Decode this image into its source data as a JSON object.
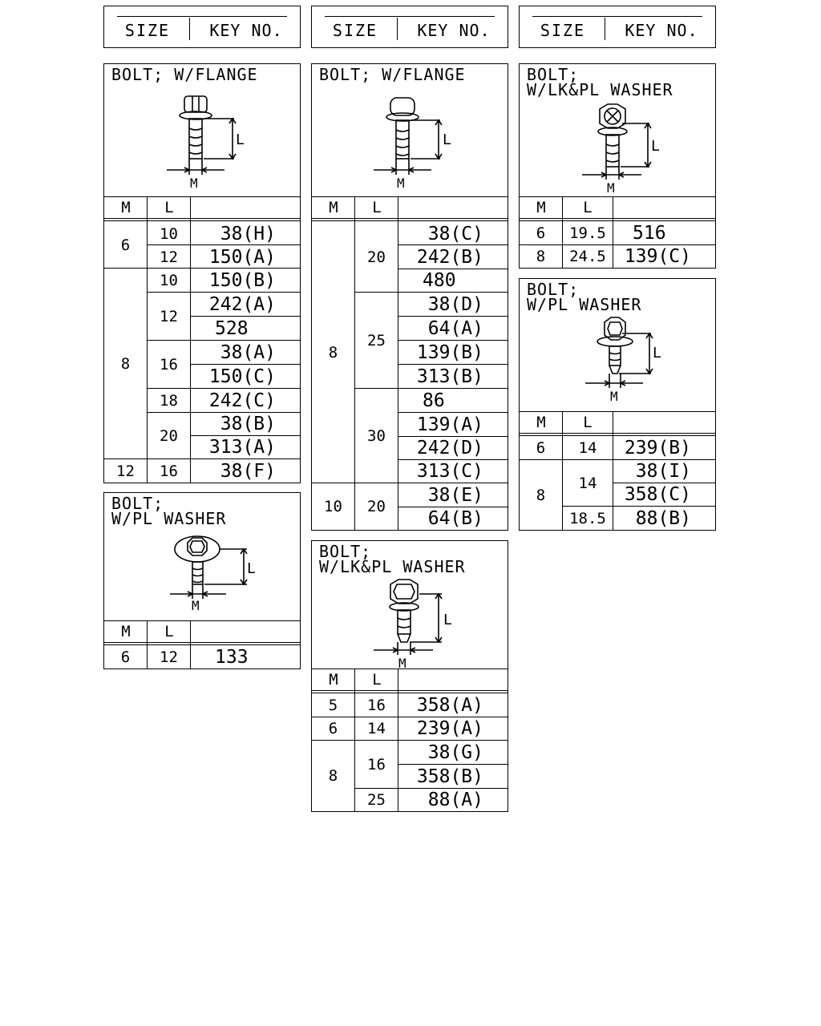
{
  "headers": [
    {
      "size": "SIZE",
      "key": "KEY NO."
    },
    {
      "size": "SIZE",
      "key": "KEY NO."
    },
    {
      "size": "SIZE",
      "key": "KEY NO."
    }
  ],
  "col_m": "M",
  "col_l": "L",
  "dim_l": "L",
  "dim_m": "M",
  "panels": {
    "flange1": {
      "title": "BOLT; W/FLANGE"
    },
    "flange2": {
      "title": "BOLT; W/FLANGE"
    },
    "lkpl1": {
      "title": "BOLT;\nW/LK&PL WASHER"
    },
    "pl1": {
      "title": "BOLT;\nW/PL WASHER"
    },
    "pl2": {
      "title": "BOLT;\nW/PL WASHER"
    },
    "lkpl2": {
      "title": "BOLT;\nW/LK&PL WASHER"
    }
  },
  "tables": {
    "flange1": [
      {
        "m": "6",
        "l": "10",
        "key": "38(H)"
      },
      {
        "m": "6",
        "l": "12",
        "key": "150(A)"
      },
      {
        "m": "8",
        "l": "10",
        "key": "150(B)"
      },
      {
        "m": "8",
        "l": "12",
        "key": "242(A)"
      },
      {
        "m": "8",
        "l": "12",
        "key": "528"
      },
      {
        "m": "8",
        "l": "16",
        "key": "38(A)"
      },
      {
        "m": "8",
        "l": "16",
        "key": "150(C)"
      },
      {
        "m": "8",
        "l": "18",
        "key": "242(C)"
      },
      {
        "m": "8",
        "l": "20",
        "key": "38(B)"
      },
      {
        "m": "8",
        "l": "20",
        "key": "313(A)"
      },
      {
        "m": "12",
        "l": "16",
        "key": "38(F)"
      }
    ],
    "flange2": [
      {
        "m": "8",
        "l": "20",
        "key": "38(C)"
      },
      {
        "m": "8",
        "l": "20",
        "key": "242(B)"
      },
      {
        "m": "8",
        "l": "20",
        "key": "480"
      },
      {
        "m": "8",
        "l": "25",
        "key": "38(D)"
      },
      {
        "m": "8",
        "l": "25",
        "key": "64(A)"
      },
      {
        "m": "8",
        "l": "25",
        "key": "139(B)"
      },
      {
        "m": "8",
        "l": "25",
        "key": "313(B)"
      },
      {
        "m": "8",
        "l": "30",
        "key": "86"
      },
      {
        "m": "8",
        "l": "30",
        "key": "139(A)"
      },
      {
        "m": "8",
        "l": "30",
        "key": "242(D)"
      },
      {
        "m": "8",
        "l": "30",
        "key": "313(C)"
      },
      {
        "m": "10",
        "l": "20",
        "key": "38(E)"
      },
      {
        "m": "10",
        "l": "20",
        "key": "64(B)"
      }
    ],
    "lkpl1": [
      {
        "m": "6",
        "l": "19.5",
        "key": "516"
      },
      {
        "m": "8",
        "l": "24.5",
        "key": "139(C)"
      }
    ],
    "pl1": [
      {
        "m": "6",
        "l": "12",
        "key": "133"
      }
    ],
    "pl2": [
      {
        "m": "6",
        "l": "14",
        "key": "239(B)"
      },
      {
        "m": "8",
        "l": "14",
        "key": "38(I)"
      },
      {
        "m": "8",
        "l": "14",
        "key": "358(C)"
      },
      {
        "m": "8",
        "l": "18.5",
        "key": "88(B)"
      }
    ],
    "lkpl2": [
      {
        "m": "5",
        "l": "16",
        "key": "358(A)"
      },
      {
        "m": "6",
        "l": "14",
        "key": "239(A)"
      },
      {
        "m": "8",
        "l": "16",
        "key": "38(G)"
      },
      {
        "m": "8",
        "l": "16",
        "key": "358(B)"
      },
      {
        "m": "8",
        "l": "25",
        "key": "88(A)"
      }
    ]
  }
}
